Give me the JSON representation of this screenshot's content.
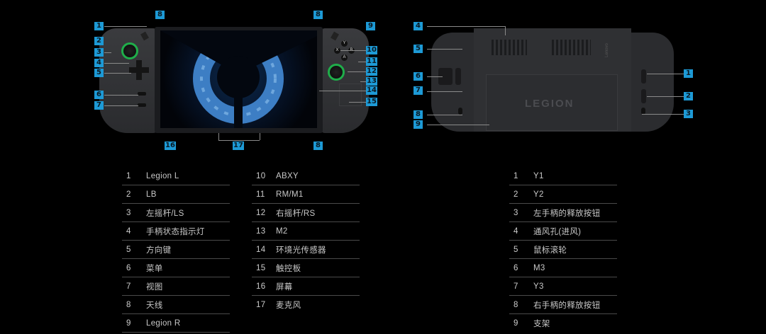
{
  "front_callouts": {
    "c1": "1",
    "c2": "2",
    "c3": "3",
    "c4": "4",
    "c5": "5",
    "c6": "6",
    "c7": "7",
    "c8a": "8",
    "c8b": "8",
    "c8c": "8",
    "c9": "9",
    "c10": "10",
    "c11": "11",
    "c12": "12",
    "c13": "13",
    "c14": "14",
    "c15": "15",
    "c16": "16",
    "c17": "17"
  },
  "back_callouts": {
    "c1": "1",
    "c2": "2",
    "c3": "3",
    "c4": "4",
    "c5": "5",
    "c6": "6",
    "c7": "7",
    "c8": "8",
    "c9": "9"
  },
  "device": {
    "back_logo": "LEGION",
    "side_brand": "Lenovo",
    "buttons": {
      "y": "Y",
      "x": "X",
      "b": "B",
      "a": "A"
    }
  },
  "front_table_1": [
    {
      "n": "1",
      "label": "Legion L"
    },
    {
      "n": "2",
      "label": "LB"
    },
    {
      "n": "3",
      "label": "左摇杆/LS"
    },
    {
      "n": "4",
      "label": "手柄状态指示灯"
    },
    {
      "n": "5",
      "label": "方向键"
    },
    {
      "n": "6",
      "label": "菜单"
    },
    {
      "n": "7",
      "label": "视图"
    },
    {
      "n": "8",
      "label": "天线"
    },
    {
      "n": "9",
      "label": "Legion R"
    }
  ],
  "front_table_2": [
    {
      "n": "10",
      "label": "ABXY"
    },
    {
      "n": "11",
      "label": "RM/M1"
    },
    {
      "n": "12",
      "label": "右摇杆/RS"
    },
    {
      "n": "13",
      "label": "M2"
    },
    {
      "n": "14",
      "label": "环境光传感器"
    },
    {
      "n": "15",
      "label": "触控板"
    },
    {
      "n": "16",
      "label": "屏幕"
    },
    {
      "n": "17",
      "label": "麦克风"
    }
  ],
  "back_table": [
    {
      "n": "1",
      "label": "Y1"
    },
    {
      "n": "2",
      "label": "Y2"
    },
    {
      "n": "3",
      "label": "左手柄的释放按钮"
    },
    {
      "n": "4",
      "label": "通风孔(进风)"
    },
    {
      "n": "5",
      "label": "鼠标滚轮"
    },
    {
      "n": "6",
      "label": "M3"
    },
    {
      "n": "7",
      "label": "Y3"
    },
    {
      "n": "8",
      "label": "右手柄的释放按钮"
    },
    {
      "n": "9",
      "label": "支架"
    }
  ]
}
